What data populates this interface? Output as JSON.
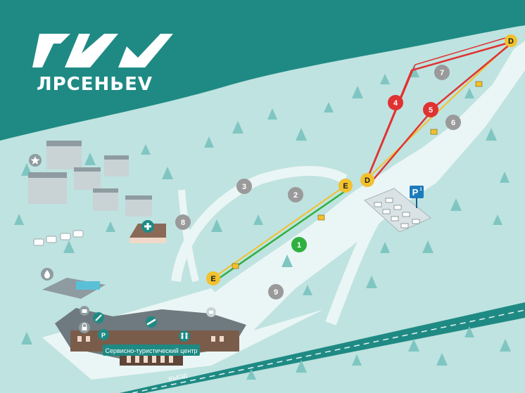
{
  "brand": {
    "name": "ЛРСЕНЬЕV"
  },
  "colors": {
    "sky": "#1f8a84",
    "snow": "#eaf6f5",
    "forest": "#bfe3e0",
    "tree": "#7fc6c2",
    "red": "#e03232",
    "green": "#2fb040",
    "yellow": "#f2c12e",
    "gray": "#9a9a9a",
    "building": "#7a5c4b",
    "roof": "#6e7a7f"
  },
  "lifts": [
    {
      "id": "lift-d-top",
      "label": "D"
    },
    {
      "id": "lift-d-mid",
      "label": "D"
    },
    {
      "id": "lift-e-mid",
      "label": "E"
    },
    {
      "id": "lift-e-low",
      "label": "E"
    }
  ],
  "slopes": [
    {
      "id": "1",
      "label": "1",
      "difficulty": "green"
    },
    {
      "id": "2",
      "label": "2",
      "difficulty": "gray"
    },
    {
      "id": "3",
      "label": "3",
      "difficulty": "gray"
    },
    {
      "id": "4",
      "label": "4",
      "difficulty": "red"
    },
    {
      "id": "5",
      "label": "5",
      "difficulty": "red"
    },
    {
      "id": "6",
      "label": "6",
      "difficulty": "gray"
    },
    {
      "id": "7",
      "label": "7",
      "difficulty": "gray"
    },
    {
      "id": "8",
      "label": "8",
      "difficulty": "gray"
    },
    {
      "id": "9",
      "label": "9",
      "difficulty": "gray"
    }
  ],
  "parking": {
    "label": "P",
    "superscript": "1"
  },
  "service_center": {
    "label": "Сервисно-туристический центр"
  },
  "road": {
    "entry_label": "ВЪЕЗД"
  },
  "icons": [
    "star-icon",
    "medical-cross-icon",
    "water-drop-icon",
    "ski-icon",
    "lock-icon",
    "parking-icon",
    "snowboard-icon",
    "family-icon",
    "lift-icon",
    "shop-icon"
  ]
}
